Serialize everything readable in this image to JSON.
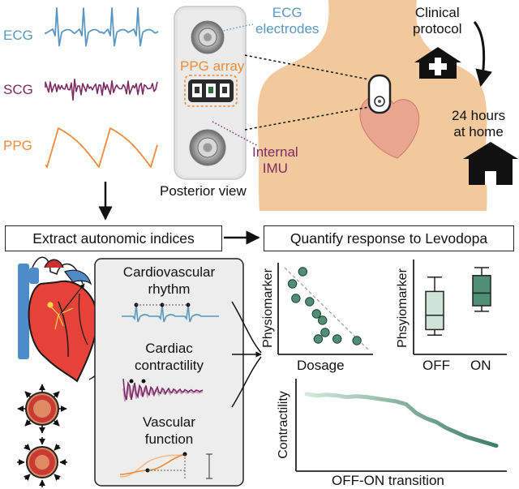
{
  "signals": {
    "ecg": {
      "label": "ECG",
      "color": "#5b97c1"
    },
    "scg": {
      "label": "SCG",
      "color": "#7c2a62"
    },
    "ppg": {
      "label": "PPG",
      "color": "#f08a3c"
    }
  },
  "device": {
    "ecg_electrodes": "ECG\nelectrodes",
    "ppg_array": "PPG array",
    "internal_imu": "Internal\nIMU",
    "caption": "Posterior view"
  },
  "protocol": {
    "clinical": "Clinical\nprotocol",
    "home": "24 hours\nat home"
  },
  "steps": {
    "extract": "Extract autonomic indices",
    "quantify": "Quantify response to Levodopa"
  },
  "indices": {
    "rhythm": "Cardiovascular\nrhythm",
    "contractility": "Cardiac\ncontractility",
    "vascular": "Vascular\nfunction"
  },
  "chart_data": [
    {
      "type": "scatter",
      "xlabel": "Dosage",
      "ylabel": "Physiomarker",
      "points": [
        {
          "x": 0.1,
          "y": 0.8
        },
        {
          "x": 0.22,
          "y": 0.95
        },
        {
          "x": 0.14,
          "y": 0.62
        },
        {
          "x": 0.3,
          "y": 0.58
        },
        {
          "x": 0.38,
          "y": 0.43
        },
        {
          "x": 0.45,
          "y": 0.35
        },
        {
          "x": 0.48,
          "y": 0.2
        },
        {
          "x": 0.4,
          "y": 0.12
        },
        {
          "x": 0.62,
          "y": 0.12
        },
        {
          "x": 0.85,
          "y": 0.1
        }
      ],
      "trend": "decreasing (dashed)",
      "point_color": "#4e8f76"
    },
    {
      "type": "box",
      "ylabel": "Phsyiomarker",
      "categories": [
        "OFF",
        "ON"
      ],
      "boxes": [
        {
          "name": "OFF",
          "whisker_low": 0.15,
          "q1": 0.22,
          "median": 0.4,
          "q3": 0.7,
          "whisker_high": 0.88,
          "color": "#cfe4d8"
        },
        {
          "name": "ON",
          "whisker_low": 0.45,
          "q1": 0.52,
          "median": 0.68,
          "q3": 0.9,
          "whisker_high": 1.0,
          "color": "#4e8f76"
        }
      ]
    },
    {
      "type": "line",
      "xlabel": "OFF-ON transition",
      "ylabel": "Contractility",
      "gradient": [
        "#d3e8dd",
        "#3f7d68"
      ],
      "values": [
        0.88,
        0.86,
        0.87,
        0.86,
        0.84,
        0.85,
        0.84,
        0.82,
        0.8,
        0.78,
        0.74,
        0.62,
        0.55,
        0.5,
        0.42,
        0.36,
        0.3,
        0.26,
        0.22,
        0.18
      ]
    }
  ]
}
